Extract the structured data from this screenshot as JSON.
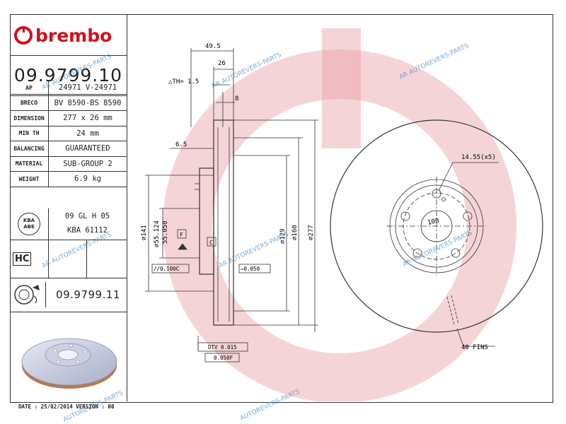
{
  "brand": {
    "name": "brembo",
    "color": "#d0101f"
  },
  "part_number": "09.9799.10",
  "specs": [
    {
      "key": "AP",
      "value": "24971 V-24971"
    },
    {
      "key": "BRECO",
      "value": "BV 8590-BS 8590"
    },
    {
      "key": "DIMENSION",
      "value": "277 x 26 mm"
    },
    {
      "key": "MIN TH",
      "value": "24 mm"
    },
    {
      "key": "BALANCING",
      "value": "GUARANTEED"
    },
    {
      "key": "MATERIAL",
      "value": "SUB-GROUP 2"
    },
    {
      "key": "WEIGHT",
      "value": "6.9 kg"
    }
  ],
  "kba": {
    "badge_line1": "KBA",
    "badge_line2": "ABE",
    "line1": "09 GL H 05",
    "line2": "KBA 61112"
  },
  "hc_badge": "HC",
  "alt_part_number": "09.9799.11",
  "footer": "DATE : 25/02/2014 VERSION : 00",
  "watermark": "AUTOREVERS-PARTS",
  "watermark_badge": "AR",
  "drawing": {
    "dim_49_5": "49.5",
    "dim_26": "26",
    "th": "△TH= 1.5",
    "dim_8": "8",
    "dim_6_5": "6.5",
    "dia_141": "⌀141",
    "dia_55_124": "⌀55.124",
    "dia_55_050": "55.050",
    "dia_129": "⌀129",
    "dia_160": "⌀160",
    "dia_277": "⌀277",
    "datum_f": "F",
    "datum_c": "C",
    "tol_parallel": "//0.100C",
    "tol_flat": "▱0.050",
    "tol_dtv": "DTV 0.015",
    "tol_runout": "0.050F",
    "hole_label": "14.55(x5)",
    "pcd_label": "100",
    "fins_label": "40 FINS"
  }
}
